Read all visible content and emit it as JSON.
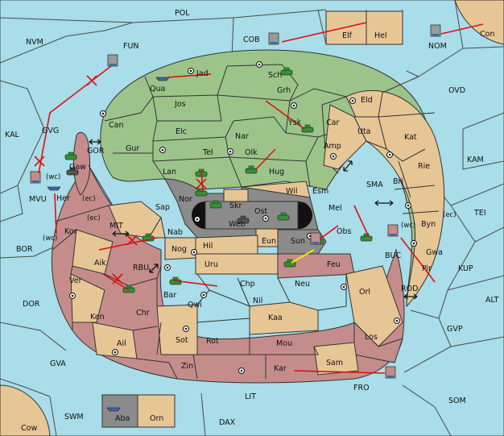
{
  "colors": {
    "sea": "#a8dde9",
    "green_power": "#9cc48a",
    "tan_neutral": "#e7c696",
    "red_power": "#c48d8b",
    "gray_power": "#8b8b8b",
    "order_arrow": "#dd1111",
    "support_arrow": "#f4f400"
  },
  "labels": {
    "POL": "POL",
    "NVM": "NVM",
    "FUN": "FUN",
    "COB": "COB",
    "Elf": "Elf",
    "Hel": "Hel",
    "NOM": "NOM",
    "Con": "Con",
    "OVD": "OVD",
    "KAL": "KAL",
    "GVG": "GVG",
    "GOR": "GOR",
    "MVU": "MVU",
    "wc1": "(wc)",
    "Gaw": "Gaw",
    "Her": "Her",
    "ec1": "(ec)",
    "Jad": "Jad",
    "Sch": "Sch",
    "Qua": "Qua",
    "Jos": "Jos",
    "Grh": "Grh",
    "Eld": "Eld",
    "Can": "Can",
    "Ysk": "Ysk",
    "Car": "Car",
    "Uta": "Uta",
    "Kat": "Kat",
    "KAM": "KAM",
    "Elc": "Elc",
    "Nar": "Nar",
    "Amp": "Amp",
    "Tel": "Tel",
    "Olk": "Olk",
    "Gur": "Gur",
    "Lan": "Lan",
    "Hug": "Hug",
    "Rie": "Rie",
    "Bri": "Bri",
    "SMA": "SMA",
    "Esm": "Esm",
    "Wil": "Wil",
    "Nor": "Nor",
    "Skr": "Skr",
    "Ost": "Ost",
    "Web": "Web",
    "Mel": "Mel",
    "Sap": "Sap",
    "TEI": "TEI",
    "ec2": "(ec)",
    "Byn": "Byn",
    "wc2": "(wc)",
    "ec3": "(ec)",
    "Kor": "Kor",
    "wc3": "(wc)",
    "MIT": "MIT",
    "BOR": "BOR",
    "Nab": "Nab",
    "Hil": "Hil",
    "Eun": "Eun",
    "Sun": "Sun",
    "Obs": "Obs",
    "BUC": "BUC",
    "Gwa": "Gwa",
    "Nog": "Nog",
    "Aik": "Aik",
    "Uru": "Uru",
    "Feu": "Feu",
    "KUP": "KUP",
    "Pir": "Pir",
    "RBU": "RBU",
    "Ver": "Ver",
    "Chp": "Chp",
    "Neu": "Neu",
    "Orl": "Orl",
    "ROD": "ROD",
    "DOR": "DOR",
    "Bar": "Bar",
    "Qwi": "Qwi",
    "Nil": "Nil",
    "ALT": "ALT",
    "Ken": "Ken",
    "Chr": "Chr",
    "Kaa": "Kaa",
    "Los": "Los",
    "GVP": "GVP",
    "Ail": "Ail",
    "Sot": "Sot",
    "Rot": "Rot",
    "Mou": "Mou",
    "GVA": "GVA",
    "Zin": "Zin",
    "Kar": "Kar",
    "Sam": "Sam",
    "FRO": "FRO",
    "SOM": "SOM",
    "LIT": "LIT",
    "SWM": "SWM",
    "Aba": "Aba",
    "Orn": "Orn",
    "DAX": "DAX",
    "Cow": "Cow"
  }
}
